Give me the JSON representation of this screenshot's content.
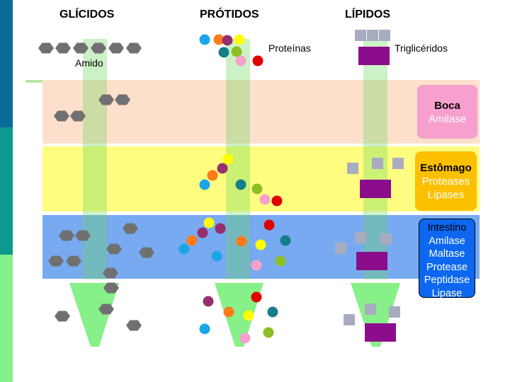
{
  "headers": {
    "glicidos": "GLÍCIDOS",
    "protidos": "PRÓTIDOS",
    "lipidos": "LÍPIDOS"
  },
  "labels": {
    "amido": "Amido",
    "proteinas": "Proteínas",
    "trigliceridos": "Triglicéridos"
  },
  "organs": {
    "boca": {
      "title": "Boca",
      "enzymes": [
        "Amilase"
      ]
    },
    "estomago": {
      "title": "Estômago",
      "enzymes": [
        "Proteases",
        "Lipases"
      ]
    },
    "intestino": {
      "title": "Intestino",
      "enzymes": [
        "Amilase",
        "Maltase",
        "Protease",
        "Peptidase",
        "Lipase"
      ]
    }
  },
  "colors": {
    "band_mouth": "#fce0cb",
    "band_stomach": "#fefd7f",
    "band_intestine": "#77aaf1",
    "tube": "#88f088",
    "box_mouth": "#f7a0cd",
    "box_stomach": "#fdc000",
    "box_intestine": "#0d67f0",
    "hexagon": "#707070",
    "square": "#a8acc0",
    "rectangle": "#8b0d8b",
    "side_bar_top": "#0b6c99",
    "side_bar_mid": "#0b9a8d",
    "side_bar_bottom": "#86f08b"
  }
}
